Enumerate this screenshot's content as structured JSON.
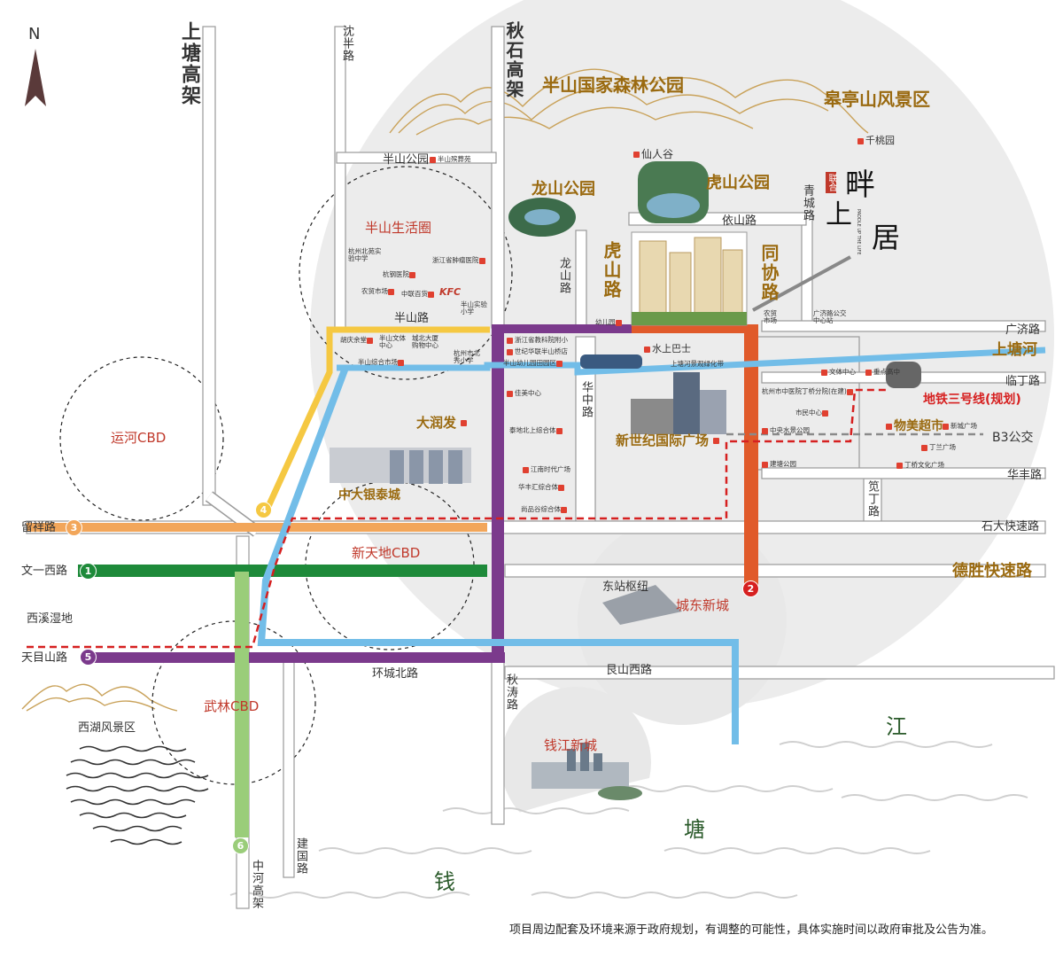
{
  "compass": "N",
  "roads": {
    "shangtang_viaduct": "上塘高架",
    "shenban": "沈半路",
    "qiushi_viaduct": "秋石高架",
    "banshan_park_road": "半山公园",
    "banshan_road": "半山路",
    "longshan_road": "龙山路",
    "hushan_road": "虎山路",
    "tongxie_road": "同协路",
    "qingcheng_road": "青城路",
    "yishan_road": "依山路",
    "guangji_road": "广济路",
    "linding_road": "临丁路",
    "huazhong_road": "华中路",
    "huafeng_road": "华丰路",
    "xianding_road": "笕丁路",
    "shida_expressway": "石大快速路",
    "desheng_expressway": "德胜快速路",
    "liuxiang_road": "留祥路",
    "wenyi_west_road": "文一西路",
    "tianmushan_road": "天目山路",
    "huancheng_north_road": "环城北路",
    "genshan_west_road": "艮山西路",
    "qiutao_road": "秋涛路",
    "jianguo_road": "建国路",
    "zhonghe_viaduct": "中河高架",
    "b3_bus": "B3公交"
  },
  "areas": {
    "forest_park": "半山国家森林公园",
    "gaoting": "皋亭山风景区",
    "qiantao": "千桃园",
    "xianrengu": "仙人谷",
    "longshan_park": "龙山公园",
    "hushan_park": "虎山公园",
    "banshan_life": "半山生活圈",
    "yunhe_cbd": "运河CBD",
    "xintiandi_cbd": "新天地CBD",
    "wulin_cbd": "武林CBD",
    "xixi": "西溪湿地",
    "west_lake": "西湖风景区",
    "chengdong": "城东新城",
    "dongzhan": "东站枢纽",
    "qianjiang": "钱江新城",
    "shangtang_river": "上塘河",
    "runfa": "大润发",
    "intime": "中大银泰城",
    "new_century": "新世纪国际广场",
    "metro3": "地铁三号线(规划)",
    "wumart": "物美超市",
    "water_bus": "水上巴士",
    "river_qian": "钱",
    "river_tang": "塘",
    "river_jiang": "江"
  },
  "poi": {
    "banshan_pool": "半山殡葬苑",
    "hz_beiyuan": "杭州北苑实验中学",
    "tumor": "浙江省肿瘤医院",
    "hanggang_hosp": "杭钢医院",
    "market": "农贸市场",
    "zhonglian": "中联百货",
    "banshan_school": "半山实验小学",
    "huqing": "胡庆余堂",
    "culture": "半山文体中心",
    "chengbei": "城北大厦购物中心",
    "banshan_mkt": "半山综合市场",
    "beixiu": "杭州市北秀小学",
    "edu_hosp": "浙江省教科院附小",
    "century_hs": "世纪华联半山桥店",
    "kinder": "半山幼儿园田园区",
    "kinder2": "幼儿园",
    "nongmao2": "农贸市场",
    "guangji_bus": "广济路公交中心站",
    "jiamei": "佳美中心",
    "taiyuan": "泰地北上综合体",
    "jiangfu": "江南时代广场",
    "huafeng": "华丰汇综合体",
    "shangpin": "尚品谷综合体",
    "riverbelt": "上塘河景观绿化带",
    "culture2": "文体中心",
    "chonggao": "重点高中",
    "tcm": "杭州市中医院丁桥分院(在建)",
    "citizen": "市民中心",
    "water_park": "中央水景公园",
    "jiantang_park": "建塘公园",
    "xinchengguang": "新城广场",
    "dinglan": "丁兰广场",
    "dingqiao_cult": "丁桥文化广场",
    "kfc": "KFC"
  },
  "metro_lines": {
    "l1": "1",
    "l2": "2",
    "l3": "3",
    "l4": "4",
    "l5": "5",
    "l6": "6"
  },
  "brand": {
    "lianhe": "联合",
    "pan": "畔",
    "shang": "上",
    "ju": "居",
    "slogan": "PADDLE UP THE LIFE"
  },
  "disclaimer": "项目周边配套及环境来源于政府规划，有调整的可能性，具体实施时间以政府审批及公告为准。",
  "colors": {
    "line1": "#1e8a3a",
    "line2": "#e05a2a",
    "line3": "#f2a65a",
    "line4": "#f5c842",
    "line5": "#7b3a8c",
    "line6": "#9acd7a",
    "metro3": "#d62020",
    "river": "#72bde8",
    "gold": "#9a6a10"
  }
}
